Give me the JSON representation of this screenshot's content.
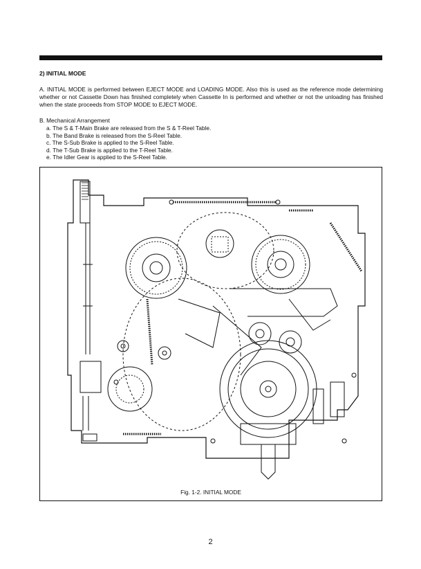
{
  "section": {
    "title": "2) INITIAL MODE"
  },
  "paragraph_a": {
    "text": "A. INITIAL MODE is performed between EJECT MODE and LOADING MODE. Also this is used as the reference mode determining whether or not Cassette Down has finished completely when Cassette In is performed and whether or not the unloading has finished when the state proceeds from STOP MODE to EJECT MODE."
  },
  "paragraph_b": {
    "title": "B. Mechanical Arrangement",
    "items": [
      "a. The S & T-Main Brake are released from the S & T-Reel Table.",
      "b. The Band Brake is released from the S-Reel Table.",
      "c. The S-Sub Brake is applied to the S-Reel Table.",
      "d. The T-Sub Brake is applied to the T-Reel Table.",
      "e. The Idler Gear is applied to the S-Reel Table."
    ]
  },
  "figure": {
    "caption": "Fig. 1-2. INITIAL MODE"
  },
  "page_number": "2"
}
